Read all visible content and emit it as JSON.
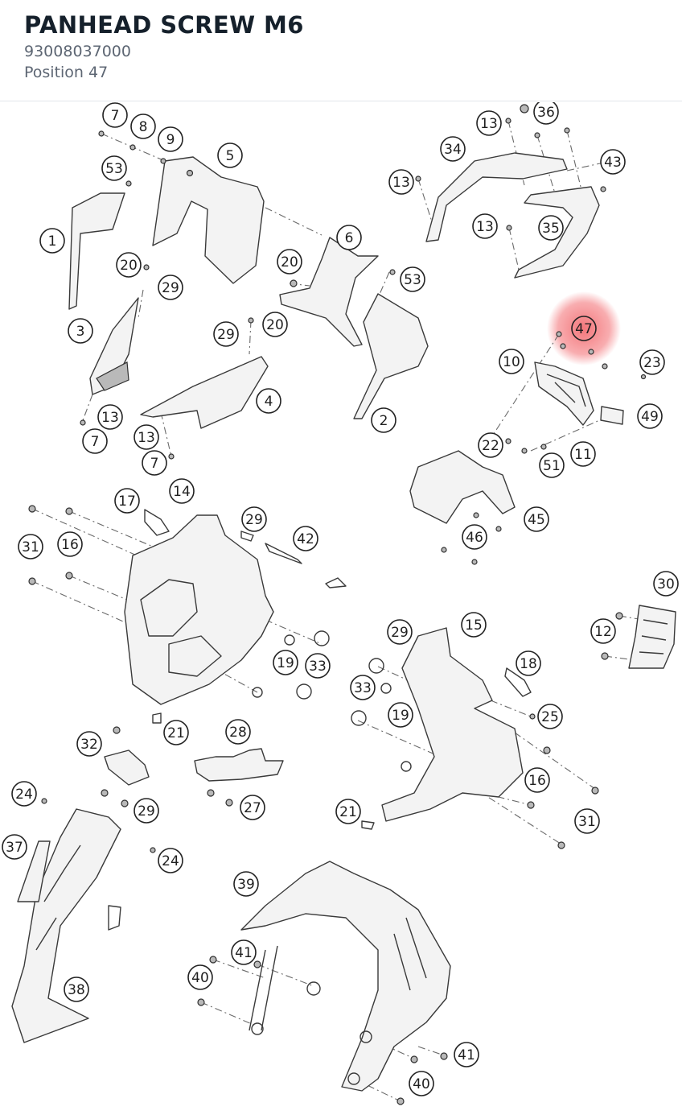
{
  "header": {
    "title": "PANHEAD SCREW M6",
    "part_number": "93008037000",
    "position": "Position 47"
  },
  "highlight": {
    "label": "47",
    "color": "#f0494f"
  },
  "callouts": [
    {
      "label": "7"
    },
    {
      "label": "8"
    },
    {
      "label": "9"
    },
    {
      "label": "53"
    },
    {
      "label": "5"
    },
    {
      "label": "1"
    },
    {
      "label": "20"
    },
    {
      "label": "29"
    },
    {
      "label": "3"
    },
    {
      "label": "29"
    },
    {
      "label": "20"
    },
    {
      "label": "6"
    },
    {
      "label": "20"
    },
    {
      "label": "53"
    },
    {
      "label": "4"
    },
    {
      "label": "2"
    },
    {
      "label": "13"
    },
    {
      "label": "7"
    },
    {
      "label": "13"
    },
    {
      "label": "7"
    },
    {
      "label": "13"
    },
    {
      "label": "36"
    },
    {
      "label": "34"
    },
    {
      "label": "43"
    },
    {
      "label": "13"
    },
    {
      "label": "13"
    },
    {
      "label": "35"
    },
    {
      "label": "47"
    },
    {
      "label": "10"
    },
    {
      "label": "23"
    },
    {
      "label": "49"
    },
    {
      "label": "22"
    },
    {
      "label": "11"
    },
    {
      "label": "51"
    },
    {
      "label": "45"
    },
    {
      "label": "46"
    },
    {
      "label": "17"
    },
    {
      "label": "14"
    },
    {
      "label": "29"
    },
    {
      "label": "31"
    },
    {
      "label": "16"
    },
    {
      "label": "42"
    },
    {
      "label": "19"
    },
    {
      "label": "33"
    },
    {
      "label": "30"
    },
    {
      "label": "12"
    },
    {
      "label": "29"
    },
    {
      "label": "15"
    },
    {
      "label": "18"
    },
    {
      "label": "33"
    },
    {
      "label": "19"
    },
    {
      "label": "25"
    },
    {
      "label": "21"
    },
    {
      "label": "28"
    },
    {
      "label": "32"
    },
    {
      "label": "24"
    },
    {
      "label": "29"
    },
    {
      "label": "27"
    },
    {
      "label": "16"
    },
    {
      "label": "21"
    },
    {
      "label": "31"
    },
    {
      "label": "37"
    },
    {
      "label": "24"
    },
    {
      "label": "39"
    },
    {
      "label": "41"
    },
    {
      "label": "40"
    },
    {
      "label": "38"
    },
    {
      "label": "41"
    },
    {
      "label": "40"
    }
  ]
}
